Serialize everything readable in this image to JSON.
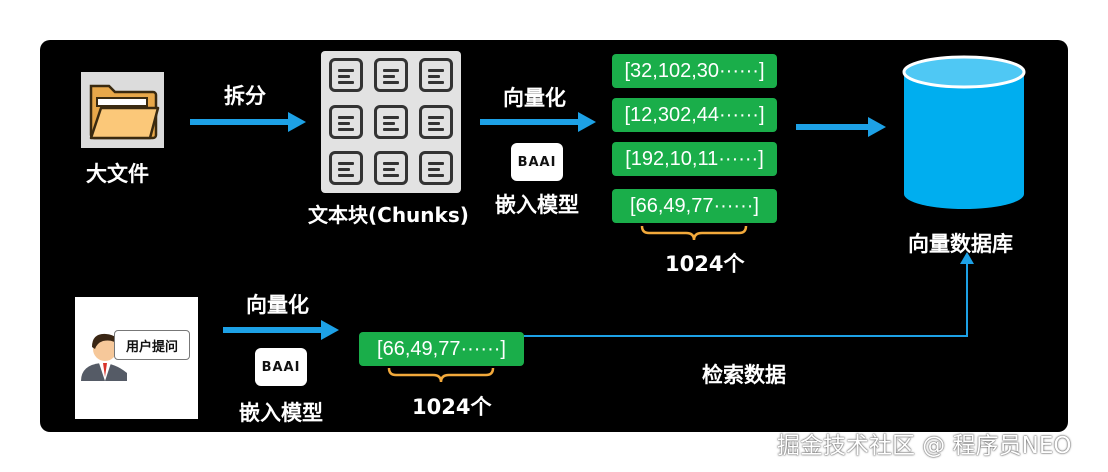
{
  "labels": {
    "large_file": "大文件",
    "split": "拆分",
    "text_chunks": "文本块(Chunks)",
    "vectorize_top": "向量化",
    "embed_model_top": "嵌入模型",
    "dim_top": "1024个",
    "vector_db": "向量数据库",
    "vectorize_bottom": "向量化",
    "embed_model_bottom": "嵌入模型",
    "dim_bottom": "1024个",
    "retrieve": "检索数据",
    "user_question": "用户提问"
  },
  "logo_text": "BAAI",
  "vectors_top": [
    "[32,102,30······]",
    "[12,302,44······]",
    "[192,10,11······]",
    "[66,49,77······]"
  ],
  "vector_bottom": "[66,49,77······]",
  "watermark": "掘金技术社区 @ 程序员NEO",
  "colors": {
    "arrow": "#1da1e6",
    "vector_bg": "#1aae4a",
    "cylinder": "#00aeef",
    "brace": "#f2a93b",
    "panel": "#000000"
  }
}
